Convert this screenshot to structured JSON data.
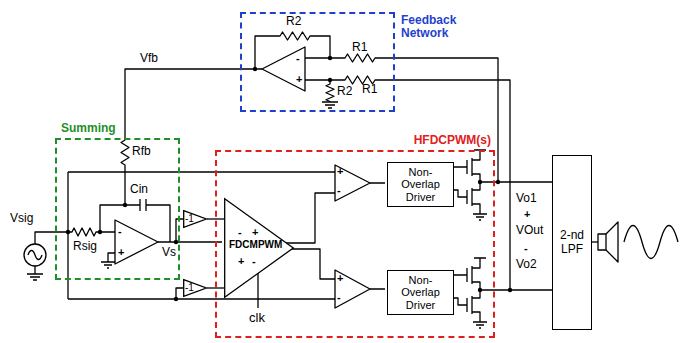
{
  "diagram": {
    "nodes": [
      {
        "text": [
          "Feedback Network"
        ]
      },
      {
        "text": [
          "Summing"
        ]
      },
      {
        "text": [
          "HFDCPWM(s)"
        ]
      },
      {
        "text": [
          "FDCMPWM"
        ],
        "in": 2
      },
      {
        "text": [
          "Non-Overlap Driver"
        ],
        "in": 2
      },
      {
        "text": [
          "Non-Overlap Driver"
        ],
        "in": 2
      },
      {
        "text": [
          "-1"
        ]
      },
      {
        "text": [
          "-1"
        ]
      },
      {
        "text": [
          "2-nd LPF"
        ]
      }
    ],
    "edges": [
      {
        "from": 6,
        "to": 3,
        "arrow": "none"
      },
      {
        "from": 7,
        "to": 3,
        "arrow": "none"
      }
    ],
    "labels": [
      "R2",
      "R2",
      "R1",
      "R1",
      "-",
      "+",
      "Vfb",
      "Rfb",
      "Cin",
      "Vsig",
      "Rsig",
      "-",
      "+",
      "Vs",
      "-",
      "+",
      "+",
      "-",
      "+",
      "-",
      "+",
      "-",
      "Vo1",
      "+",
      "VOut",
      "-",
      "Vo2",
      "clk"
    ]
  }
}
